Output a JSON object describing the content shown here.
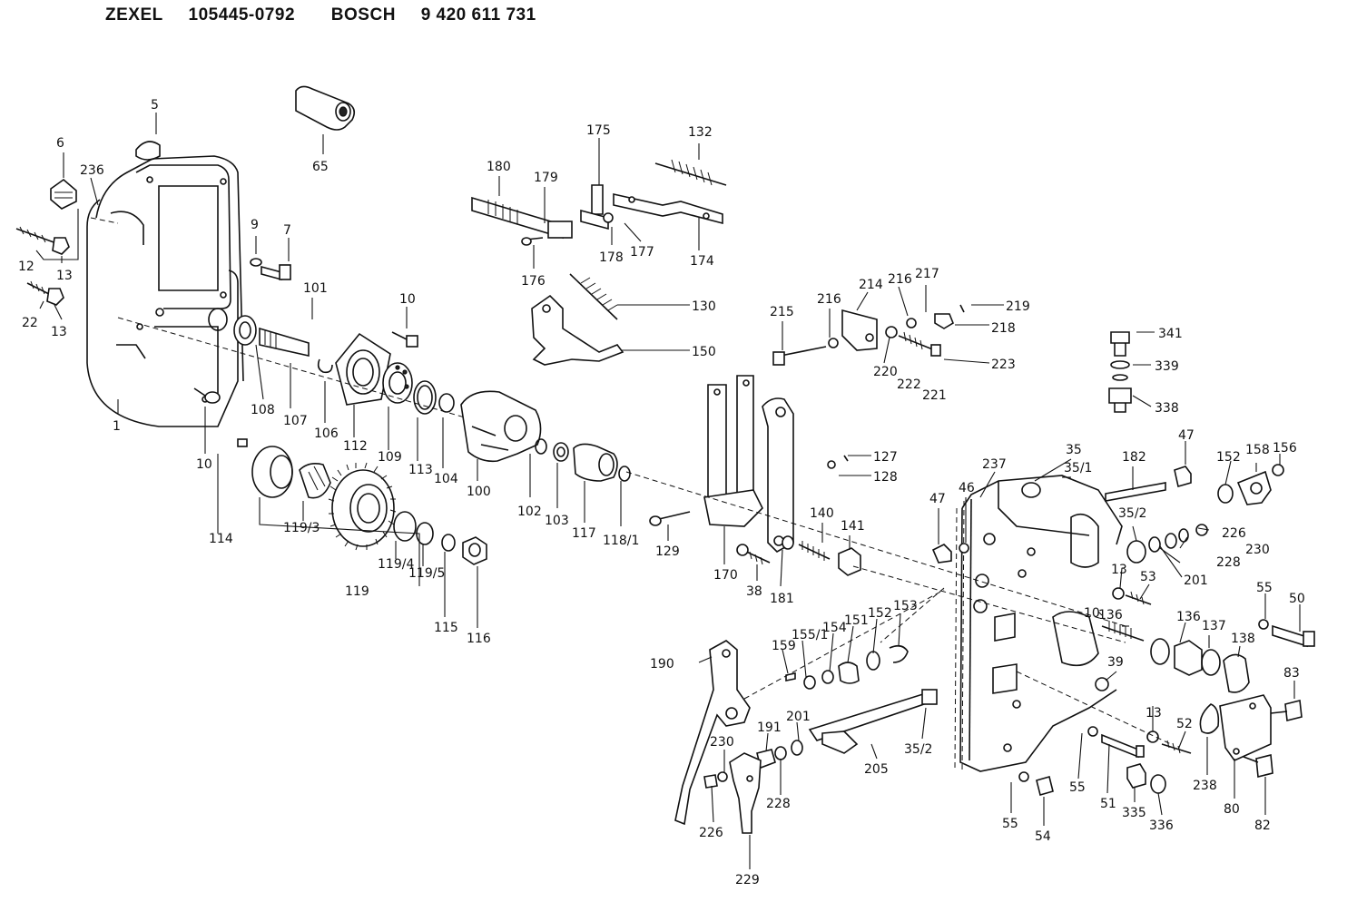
{
  "header": {
    "brand1": "ZEXEL",
    "code1": "105445-0792",
    "brand2": "BOSCH",
    "code2": "9 420 611 731"
  },
  "labels": [
    {
      "id": "l-5",
      "text": "5"
    },
    {
      "id": "l-6",
      "text": "6"
    },
    {
      "id": "l-236",
      "text": "236"
    },
    {
      "id": "l-65",
      "text": "65"
    },
    {
      "id": "l-12",
      "text": "12"
    },
    {
      "id": "l-13a",
      "text": "13"
    },
    {
      "id": "l-22",
      "text": "22"
    },
    {
      "id": "l-13b",
      "text": "13"
    },
    {
      "id": "l-9",
      "text": "9"
    },
    {
      "id": "l-7",
      "text": "7"
    },
    {
      "id": "l-101",
      "text": "101"
    },
    {
      "id": "l-10a",
      "text": "10"
    },
    {
      "id": "l-1",
      "text": "1"
    },
    {
      "id": "l-10b",
      "text": "10"
    },
    {
      "id": "l-108",
      "text": "108"
    },
    {
      "id": "l-107",
      "text": "107"
    },
    {
      "id": "l-106",
      "text": "106"
    },
    {
      "id": "l-112",
      "text": "112"
    },
    {
      "id": "l-109",
      "text": "109"
    },
    {
      "id": "l-113",
      "text": "113"
    },
    {
      "id": "l-104",
      "text": "104"
    },
    {
      "id": "l-100",
      "text": "100"
    },
    {
      "id": "l-102",
      "text": "102"
    },
    {
      "id": "l-103",
      "text": "103"
    },
    {
      "id": "l-117",
      "text": "117"
    },
    {
      "id": "l-118-1",
      "text": "118/1"
    },
    {
      "id": "l-114",
      "text": "114"
    },
    {
      "id": "l-119-3",
      "text": "119/3"
    },
    {
      "id": "l-119",
      "text": "119"
    },
    {
      "id": "l-119-4",
      "text": "119/4"
    },
    {
      "id": "l-119-5",
      "text": "119/5"
    },
    {
      "id": "l-115",
      "text": "115"
    },
    {
      "id": "l-116",
      "text": "116"
    },
    {
      "id": "l-175",
      "text": "175"
    },
    {
      "id": "l-132",
      "text": "132"
    },
    {
      "id": "l-180",
      "text": "180"
    },
    {
      "id": "l-179",
      "text": "179"
    },
    {
      "id": "l-178",
      "text": "178"
    },
    {
      "id": "l-177",
      "text": "177"
    },
    {
      "id": "l-174",
      "text": "174"
    },
    {
      "id": "l-176",
      "text": "176"
    },
    {
      "id": "l-130",
      "text": "130"
    },
    {
      "id": "l-150",
      "text": "150"
    },
    {
      "id": "l-215",
      "text": "215"
    },
    {
      "id": "l-216a",
      "text": "216"
    },
    {
      "id": "l-214",
      "text": "214"
    },
    {
      "id": "l-216b",
      "text": "216"
    },
    {
      "id": "l-217",
      "text": "217"
    },
    {
      "id": "l-219",
      "text": "219"
    },
    {
      "id": "l-218",
      "text": "218"
    },
    {
      "id": "l-220",
      "text": "220"
    },
    {
      "id": "l-222",
      "text": "222"
    },
    {
      "id": "l-221",
      "text": "221"
    },
    {
      "id": "l-223",
      "text": "223"
    },
    {
      "id": "l-127",
      "text": "127"
    },
    {
      "id": "l-128",
      "text": "128"
    },
    {
      "id": "l-129",
      "text": "129"
    },
    {
      "id": "l-170",
      "text": "170"
    },
    {
      "id": "l-38",
      "text": "38"
    },
    {
      "id": "l-181",
      "text": "181"
    },
    {
      "id": "l-140",
      "text": "140"
    },
    {
      "id": "l-141",
      "text": "141"
    },
    {
      "id": "l-341",
      "text": "341"
    },
    {
      "id": "l-339",
      "text": "339"
    },
    {
      "id": "l-338",
      "text": "338"
    },
    {
      "id": "l-35",
      "text": "35"
    },
    {
      "id": "l-182",
      "text": "182"
    },
    {
      "id": "l-47a",
      "text": "47"
    },
    {
      "id": "l-152a",
      "text": "152"
    },
    {
      "id": "l-158",
      "text": "158"
    },
    {
      "id": "l-156",
      "text": "156"
    },
    {
      "id": "l-237",
      "text": "237"
    },
    {
      "id": "l-35-1",
      "text": "35/1"
    },
    {
      "id": "l-47b",
      "text": "47"
    },
    {
      "id": "l-46",
      "text": "46"
    },
    {
      "id": "l-35-2a",
      "text": "35/2"
    },
    {
      "id": "l-226a",
      "text": "226"
    },
    {
      "id": "l-230a",
      "text": "230"
    },
    {
      "id": "l-228a",
      "text": "228"
    },
    {
      "id": "l-201a",
      "text": "201"
    },
    {
      "id": "l-13c",
      "text": "13"
    },
    {
      "id": "l-53",
      "text": "53"
    },
    {
      "id": "l-10c",
      "text": "10"
    },
    {
      "id": "l-55a",
      "text": "55"
    },
    {
      "id": "l-50",
      "text": "50"
    },
    {
      "id": "l-136a",
      "text": "136"
    },
    {
      "id": "l-136b",
      "text": "136"
    },
    {
      "id": "l-137",
      "text": "137"
    },
    {
      "id": "l-138",
      "text": "138"
    },
    {
      "id": "l-39",
      "text": "39"
    },
    {
      "id": "l-13d",
      "text": "13"
    },
    {
      "id": "l-52",
      "text": "52"
    },
    {
      "id": "l-83",
      "text": "83"
    },
    {
      "id": "l-190",
      "text": "190"
    },
    {
      "id": "l-159",
      "text": "159"
    },
    {
      "id": "l-155-1",
      "text": "155/1"
    },
    {
      "id": "l-154",
      "text": "154"
    },
    {
      "id": "l-151",
      "text": "151"
    },
    {
      "id": "l-152b",
      "text": "152"
    },
    {
      "id": "l-153",
      "text": "153"
    },
    {
      "id": "l-191",
      "text": "191"
    },
    {
      "id": "l-201b",
      "text": "201"
    },
    {
      "id": "l-230b",
      "text": "230"
    },
    {
      "id": "l-228b",
      "text": "228"
    },
    {
      "id": "l-205",
      "text": "205"
    },
    {
      "id": "l-35-2b",
      "text": "35/2"
    },
    {
      "id": "l-226b",
      "text": "226"
    },
    {
      "id": "l-229",
      "text": "229"
    },
    {
      "id": "l-55b",
      "text": "55"
    },
    {
      "id": "l-54",
      "text": "54"
    },
    {
      "id": "l-55c",
      "text": "55"
    },
    {
      "id": "l-51",
      "text": "51"
    },
    {
      "id": "l-335",
      "text": "335"
    },
    {
      "id": "l-336",
      "text": "336"
    },
    {
      "id": "l-238",
      "text": "238"
    },
    {
      "id": "l-80",
      "text": "80"
    },
    {
      "id": "l-82",
      "text": "82"
    }
  ]
}
